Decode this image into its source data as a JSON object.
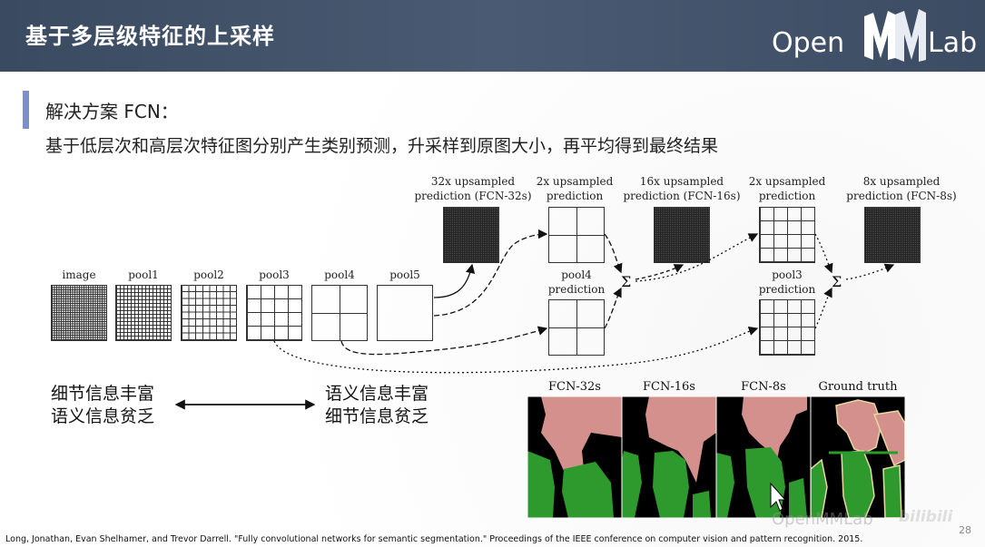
{
  "header": {
    "title": "基于多层级特征的上采样",
    "logo_text_left": "Open",
    "logo_text_right": "Lab"
  },
  "solution": {
    "title": "解决方案 FCN：",
    "description": "基于低层次和高层次特征图分别产生类别预测，升采样到原图大小，再平均得到最终结果"
  },
  "diagram": {
    "feature_labels": [
      "image",
      "pool1",
      "pool2",
      "pool3",
      "pool4",
      "pool5"
    ],
    "pred_32x": [
      "32x upsampled",
      "prediction (FCN-32s)"
    ],
    "up_2x_a": [
      "2x upsampled",
      "prediction"
    ],
    "pred_16x": [
      "16x upsampled",
      "prediction (FCN-16s)"
    ],
    "up_2x_b": [
      "2x upsampled",
      "prediction"
    ],
    "pred_8x": [
      "8x upsampled",
      "prediction (FCN-8s)"
    ],
    "pool4_pred": [
      "pool4",
      "prediction"
    ],
    "pool3_pred": [
      "pool3",
      "prediction"
    ],
    "sum_symbol": "Σ"
  },
  "tradeoff": {
    "left_line1": "细节信息丰富",
    "left_line2": "语义信息贫乏",
    "right_line1": "语义信息丰富",
    "right_line2": "细节信息贫乏"
  },
  "segmentation": {
    "labels": [
      "FCN-32s",
      "FCN-16s",
      "FCN-8s",
      "Ground truth"
    ],
    "colors": {
      "person": "#d4908c",
      "bike": "#2e9a2e",
      "background": "#000000"
    }
  },
  "footer": {
    "citation": "Long, Jonathan, Evan Shelhamer, and Trevor Darrell. \"Fully convolutional networks for semantic segmentation.\" Proceedings of the IEEE conference on computer vision and pattern recognition. 2015.",
    "page_number": "28",
    "watermark": "OpenMMLab",
    "watermark_site": "bilibili"
  },
  "colors": {
    "header_bg": "#414f66",
    "accent": "#7b8fc8"
  }
}
